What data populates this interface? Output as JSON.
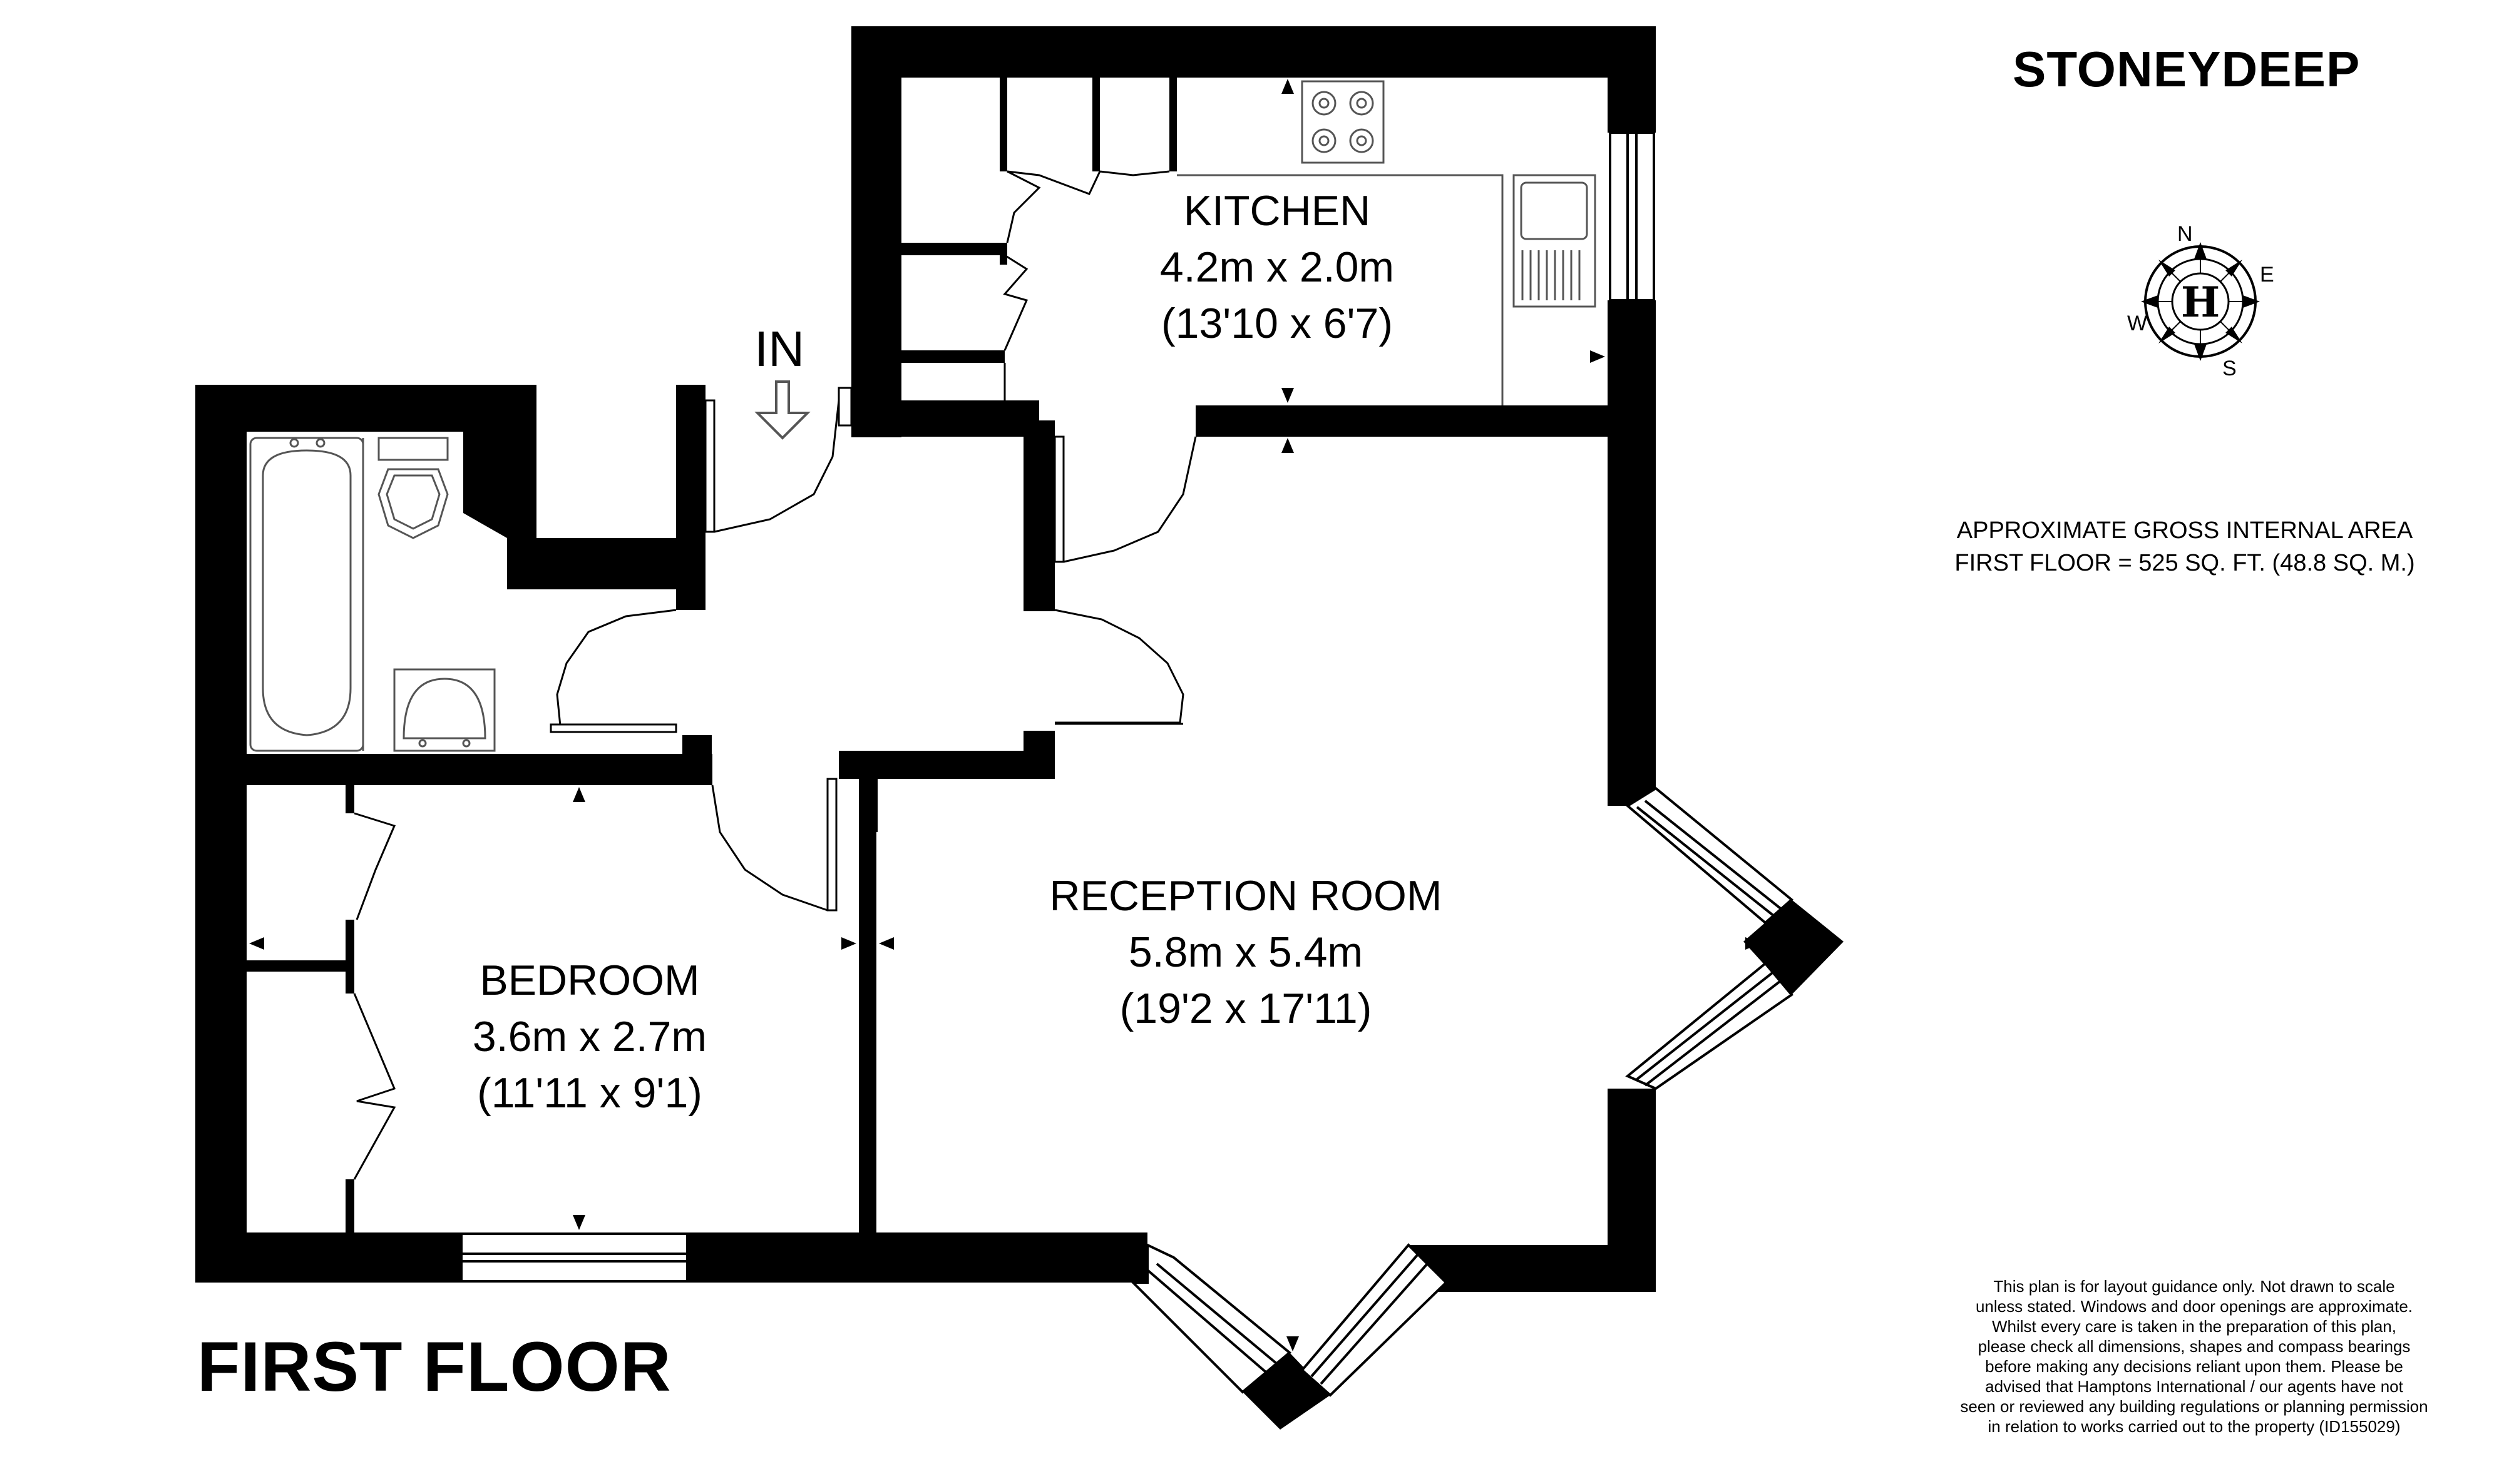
{
  "header": {
    "property_name": "STONEYDEEP"
  },
  "floor": {
    "name": "FIRST FLOOR"
  },
  "entrance": {
    "label": "IN"
  },
  "rooms": {
    "kitchen": {
      "name": "KITCHEN",
      "metric": "4.2m x 2.0m",
      "imperial": "(13'10 x 6'7)"
    },
    "reception": {
      "name": "RECEPTION ROOM",
      "metric": "5.8m x 5.4m",
      "imperial": "(19'2 x 17'11)"
    },
    "bedroom": {
      "name": "BEDROOM",
      "metric": "3.6m x 2.7m",
      "imperial": "(11'11 x 9'1)"
    }
  },
  "compass": {
    "n": "N",
    "e": "E",
    "s": "S",
    "w": "W",
    "emblem": "H"
  },
  "area": {
    "line1": "APPROXIMATE GROSS INTERNAL AREA",
    "line2": "FIRST FLOOR  = 525 SQ. FT. (48.8 SQ. M.)"
  },
  "disclaimer": [
    "This plan is for layout guidance only. Not drawn to scale",
    "unless stated. Windows and door openings are approximate.",
    "Whilst every care is taken in the preparation of this plan,",
    "please check all dimensions, shapes and compass bearings",
    "before making any decisions reliant upon them. Please be",
    "advised that Hamptons International / our agents have not",
    "seen or reviewed any building regulations or planning permission",
    "in relation to works carried out to the property (ID155029)"
  ],
  "colors": {
    "wall": "#000000",
    "background": "#ffffff",
    "fixture": "#555555"
  }
}
